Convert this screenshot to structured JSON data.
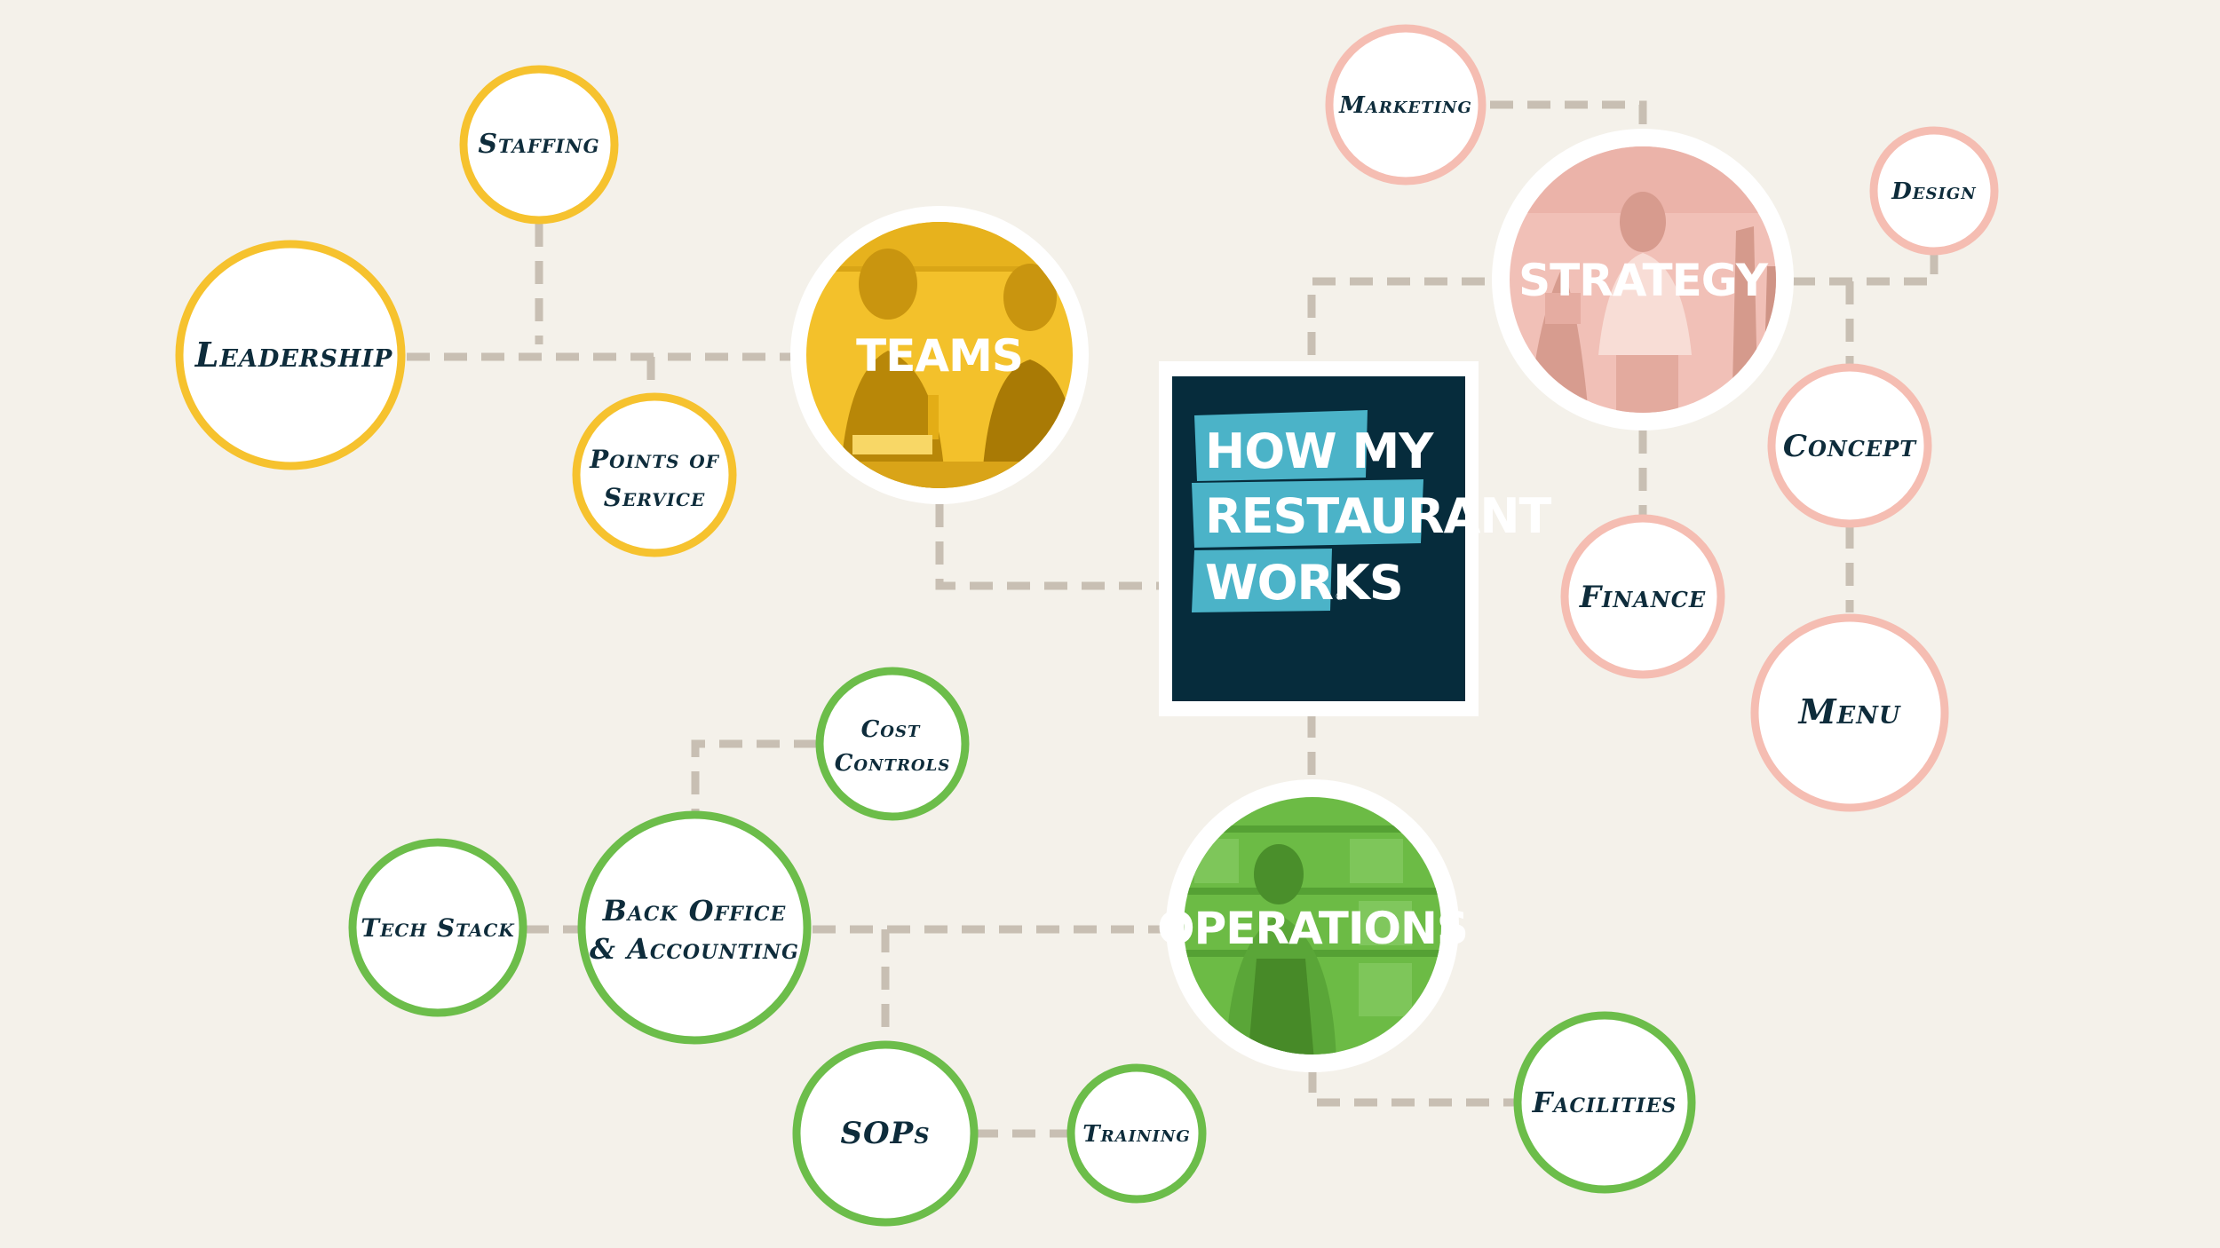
{
  "colors": {
    "background": "#f4f1ea",
    "teams": "#f6c22e",
    "strategy": "#f5bdb2",
    "operations": "#6cbd4a",
    "connector": "#c8bfb3",
    "navy": "#062c3c",
    "logo_tape": "#4bb3c8",
    "label": "#0e2c3b"
  },
  "center": {
    "lines": [
      "HOW MY",
      "RESTAURANT",
      "WORKS"
    ],
    "registered": "®"
  },
  "hubs": {
    "teams": "TEAMS",
    "strategy": "STRATEGY",
    "operations": "OPERATIONS"
  },
  "nodes": {
    "staffing": "Staffing",
    "leadership": "Leadership",
    "points_of_service": [
      "Points of",
      "Service"
    ],
    "marketing": "Marketing",
    "design": "Design",
    "concept": "Concept",
    "finance": "Finance",
    "menu": "Menu",
    "cost_controls": [
      "Cost",
      "Controls"
    ],
    "tech_stack": "Tech Stack",
    "back_office": [
      "Back Office",
      "& Accounting"
    ],
    "sops": "SOPs",
    "training": "Training",
    "facilities": "Facilities"
  }
}
